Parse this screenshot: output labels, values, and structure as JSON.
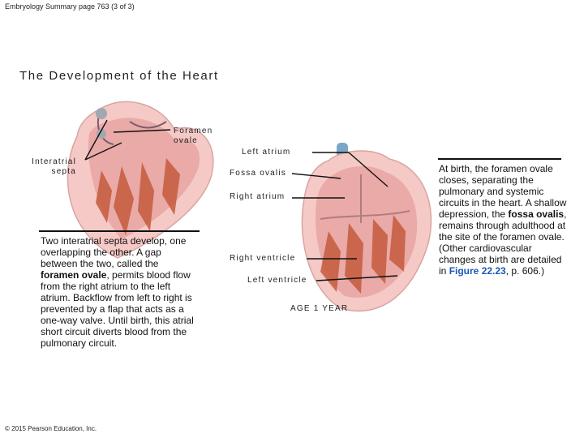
{
  "header": {
    "text": "Embryology Summary page 763 (3 of 3)"
  },
  "title": "The Development of the Heart",
  "labels": {
    "foramen_ovale": "Foramen ovale",
    "interatrial_septa": "Interatrial septa",
    "left_atrium": "Left atrium",
    "fossa_ovalis": "Fossa ovalis",
    "right_atrium": "Right atrium",
    "right_ventricle": "Right ventricle",
    "left_ventricle": "Left ventricle",
    "age": "AGE 1 YEAR"
  },
  "left_text": {
    "before": "Two interatrial septa develop, one overlapping the other. A gap between the two, called the ",
    "bold": "foramen ovale",
    "after": ", permits blood flow from the right atrium to the left atrium. Backflow from left to right is prevented by a flap that acts as a one-way valve. Until birth, this atrial short circuit diverts blood from the pulmonary circuit."
  },
  "right_text": {
    "before": "At birth, the foramen ovale closes, separating the pulmonary and systemic circuits in the heart. A shallow depression, the ",
    "bold": "fossa ovalis",
    "middle": ", remains through adulthood at the site of the foramen ovale. (Other cardiovascular changes at birth are detailed in ",
    "figure_ref": "Figure 22.23",
    "after": ", p. 606.)"
  },
  "copyright": "© 2015 Pearson Education, Inc.",
  "colors": {
    "heart_outer": "#f4c9c6",
    "heart_inner": "#d98b8b",
    "muscle": "#c45a3c",
    "vessel": "#7aa7c7",
    "figure_link": "#1a57b8"
  }
}
